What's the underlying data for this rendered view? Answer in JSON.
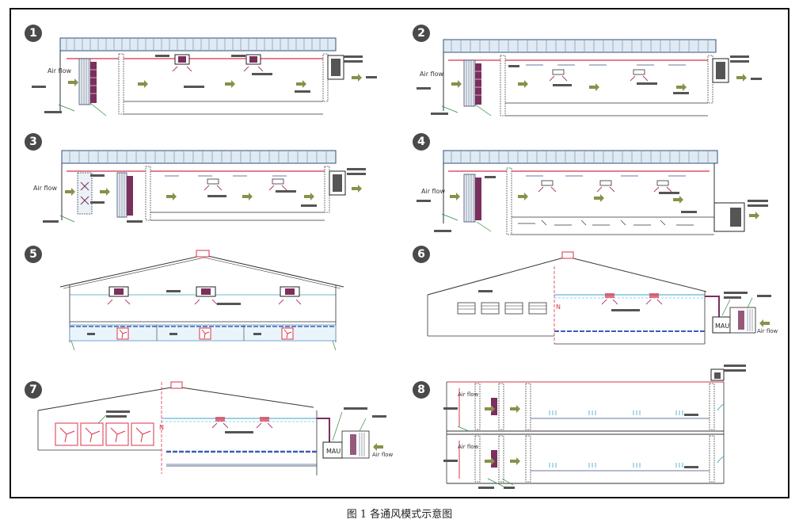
{
  "caption": "图 1 各通风模式示意图",
  "panels": [
    {
      "number": "1"
    },
    {
      "number": "2"
    },
    {
      "number": "3"
    },
    {
      "number": "4"
    },
    {
      "number": "5"
    },
    {
      "number": "6"
    },
    {
      "number": "7"
    },
    {
      "number": "8"
    }
  ],
  "labels": {
    "air_flow": "Air flow",
    "mau": "MAU",
    "n_mark": "N"
  }
}
